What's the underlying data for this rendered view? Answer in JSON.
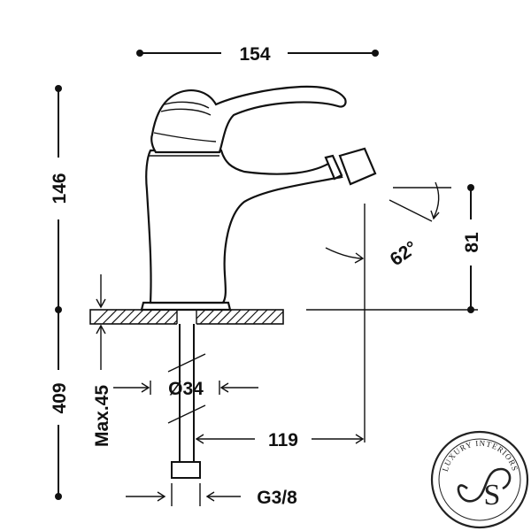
{
  "drawing": {
    "width_label": "154",
    "height_total_label": "146",
    "height_spout_label": "81",
    "angle_label": "62°",
    "below_deck_label": "409",
    "max_thickness_label": "Max.45",
    "hole_diameter_label": "Ø34",
    "projection_label": "119",
    "thread_label": "G3/8"
  },
  "logo": {
    "text": "LUXURY INTERIORS",
    "monogram": "S"
  }
}
